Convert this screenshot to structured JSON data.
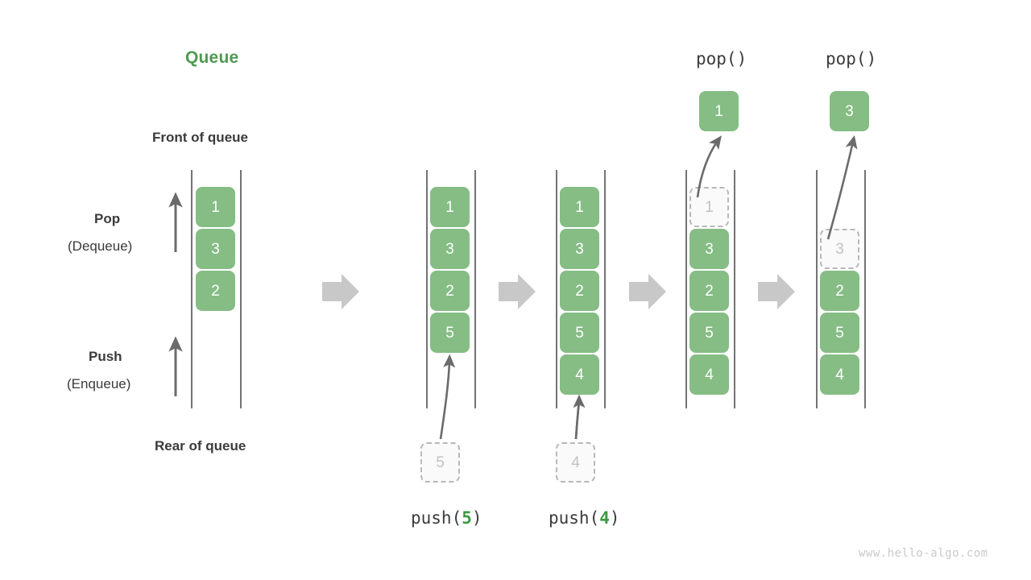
{
  "diagram": {
    "title": "Queue",
    "front_label": "Front of queue",
    "rear_label": "Rear of queue",
    "pop_label": "Pop",
    "pop_sub": "(Dequeue)",
    "push_label": "Push",
    "push_sub": "(Enqueue)",
    "watermark": "www.hello-algo.com",
    "colors": {
      "cell_green": "#85bd85",
      "title_green": "#4e9a51",
      "arrow_gray": "#c8c8c8",
      "rail_gray": "#5a5a5a",
      "ghost_border": "#b8b8b8",
      "ghost_text": "#c2c2c2",
      "text_dark": "#3b3b3b"
    }
  },
  "columns": [
    {
      "id": "initial",
      "cells": [
        "1",
        "3",
        "2"
      ],
      "op_label": null,
      "op_arg": null,
      "incoming": null,
      "popped": null,
      "ghost_index": null
    },
    {
      "id": "after-push-5",
      "cells": [
        "1",
        "3",
        "2",
        "5"
      ],
      "op_label": "push(",
      "op_arg": "5",
      "op_close": ")",
      "incoming": "5",
      "popped": null,
      "ghost_index": null
    },
    {
      "id": "after-push-4",
      "cells": [
        "1",
        "3",
        "2",
        "5",
        "4"
      ],
      "op_label": "push(",
      "op_arg": "4",
      "op_close": ")",
      "incoming": "4",
      "popped": null,
      "ghost_index": null
    },
    {
      "id": "after-pop-1",
      "cells": [
        "1",
        "3",
        "2",
        "5",
        "4"
      ],
      "op_label": "pop()",
      "op_arg": null,
      "incoming": null,
      "popped": "1",
      "ghost_index": 0
    },
    {
      "id": "after-pop-3",
      "cells": [
        "",
        "3",
        "2",
        "5",
        "4"
      ],
      "op_label": "pop()",
      "op_arg": null,
      "incoming": null,
      "popped": "3",
      "ghost_index": 1
    }
  ],
  "flow_arrows": [
    "step-arrow-1",
    "step-arrow-2",
    "step-arrow-3",
    "step-arrow-4"
  ],
  "side_arrows": [
    {
      "name": "pop-direction-arrow",
      "direction": "up"
    },
    {
      "name": "push-direction-arrow",
      "direction": "up"
    }
  ]
}
